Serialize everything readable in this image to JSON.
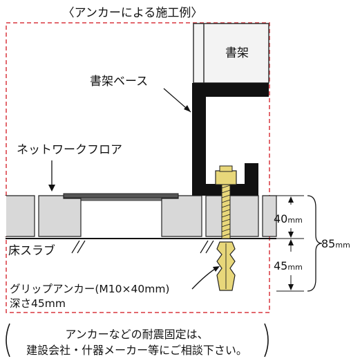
{
  "title": "〈アンカーによる施工例〉",
  "labels": {
    "bookshelf": "書架",
    "bookshelf_base": "書架ベース",
    "network_floor": "ネットワークフロア",
    "floor_slab": "床スラブ",
    "anchor_name": "グリップアンカー(M10×40mm)",
    "anchor_depth": "深さ45mm"
  },
  "dimensions": {
    "upper": "40",
    "lower": "45",
    "total": "85",
    "unit": "mm"
  },
  "note": {
    "line1": "アンカーなどの耐震固定は、",
    "line2": "建設会社・什器メーカー等にご相談下さい。"
  },
  "colors": {
    "frame_dash": "#d9363e",
    "shelf_fill": "#f3f3f3",
    "base_black": "#111111",
    "tile_fill": "#d8d8d8",
    "anchor_gold": "#e8d77a"
  }
}
